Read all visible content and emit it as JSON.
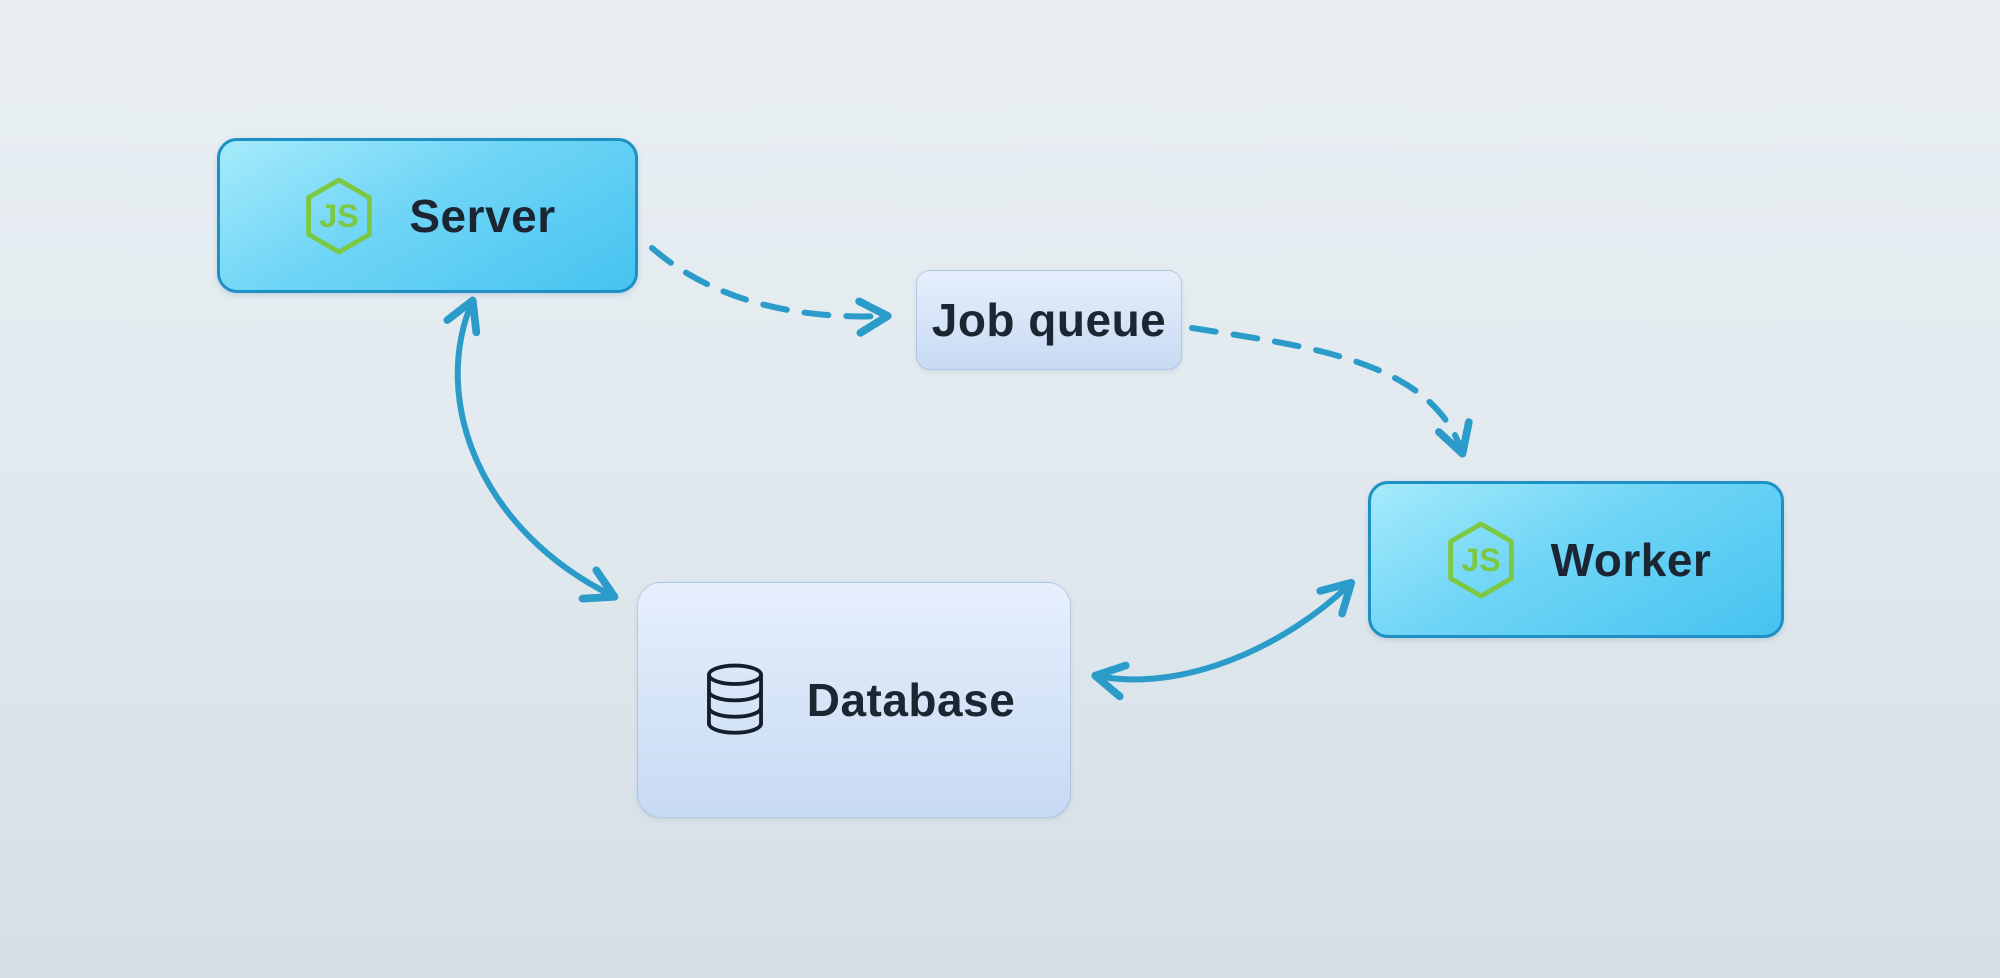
{
  "diagram": {
    "nodes": {
      "server": {
        "label": "Server",
        "icon": "nodejs-logo"
      },
      "job_queue": {
        "label": "Job queue"
      },
      "worker": {
        "label": "Worker",
        "icon": "nodejs-logo"
      },
      "database": {
        "label": "Database",
        "icon": "database-cylinder"
      }
    },
    "edges": [
      {
        "from": "server",
        "to": "job_queue",
        "style": "dashed",
        "direction": "one-way"
      },
      {
        "from": "job_queue",
        "to": "worker",
        "style": "dashed",
        "direction": "one-way"
      },
      {
        "from": "server",
        "to": "database",
        "style": "solid",
        "direction": "two-way"
      },
      {
        "from": "database",
        "to": "worker",
        "style": "solid",
        "direction": "two-way"
      }
    ]
  },
  "icons": {
    "nodejs_text": "JS"
  },
  "colors": {
    "arrow": "#2b9cc9",
    "accent-border": "#1f90c4",
    "accent-top": "#a5ebfb",
    "accent-bottom": "#45c3f0",
    "light-top": "#e6effc",
    "light-bottom": "#c7daf3",
    "label": "#1c2633",
    "nodejs-green": "#7cc842",
    "db-icon": "#141d2b",
    "bg-top": "#e9eff3",
    "bg-bottom": "#d4dfe6"
  }
}
